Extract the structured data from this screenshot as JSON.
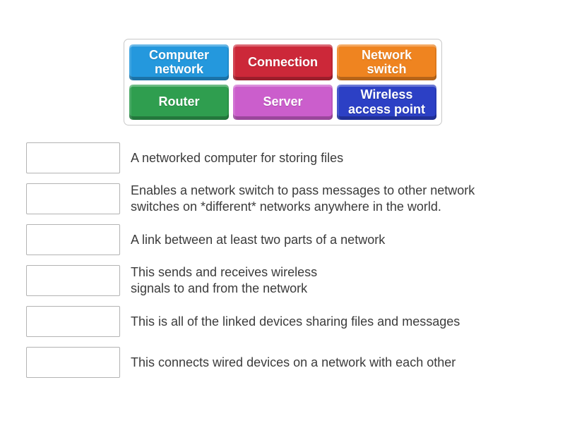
{
  "tile_panel": {
    "tiles": [
      {
        "label": "Computer\nnetwork",
        "color": "#2498dd"
      },
      {
        "label": "Connection",
        "color": "#cc2839"
      },
      {
        "label": "Network\nswitch",
        "color": "#ef8420"
      },
      {
        "label": "Router",
        "color": "#2f9e4f"
      },
      {
        "label": "Server",
        "color": "#cb5ecc"
      },
      {
        "label": "Wireless\naccess point",
        "color": "#2c40c5"
      }
    ]
  },
  "match_list": {
    "items": [
      {
        "definition": "A networked computer for storing files"
      },
      {
        "definition": "Enables a network switch to pass messages to other network\nswitches on *different* networks anywhere in the world."
      },
      {
        "definition": "A link between at least two parts of a network"
      },
      {
        "definition": "This sends and receives wireless\nsignals to and from the network"
      },
      {
        "definition": "This is all of the linked devices sharing files and messages"
      },
      {
        "definition": "This connects wired devices on a network with each other"
      }
    ]
  },
  "colors": {
    "panel_border": "#c9c9c9",
    "slot_border": "#b3b3b3",
    "definition_text": "#3b3b3b",
    "tile_text": "#ffffff",
    "background": "#ffffff"
  }
}
